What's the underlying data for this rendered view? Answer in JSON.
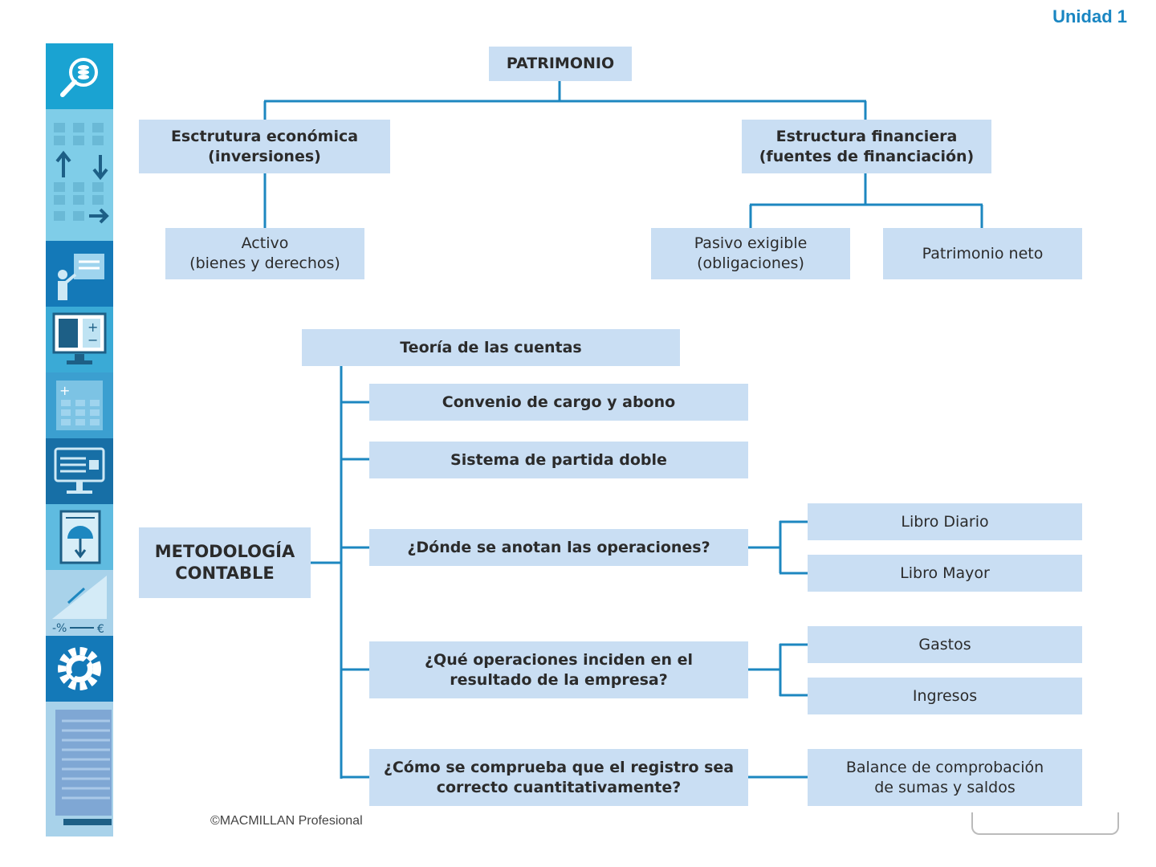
{
  "header": {
    "unit_label": "Unidad 1"
  },
  "diagram": {
    "patrimonio": "PATRIMONIO",
    "estructura_economica": [
      "Esctrutura económica",
      "(inversiones)"
    ],
    "estructura_financiera": [
      "Estructura financiera",
      "(fuentes de financiación)"
    ],
    "activo": [
      "Activo",
      "(bienes y derechos)"
    ],
    "pasivo_exigible": [
      "Pasivo exigible",
      "(obligaciones)"
    ],
    "patrimonio_neto": "Patrimonio neto",
    "metodologia": [
      "METODOLOGÍA",
      "CONTABLE"
    ],
    "teoria": "Teoría de las cuentas",
    "convenio": "Convenio de cargo y abono",
    "sistema": "Sistema de partida doble",
    "donde": "¿Dónde se anotan las operaciones?",
    "libro_diario": "Libro Diario",
    "libro_mayor": "Libro Mayor",
    "que": [
      "¿Qué operaciones inciden en el",
      "resultado de la empresa?"
    ],
    "gastos": "Gastos",
    "ingresos": "Ingresos",
    "como": [
      "¿Cómo se comprueba que el registro sea",
      "correcto cuantitativamente?"
    ],
    "balance": [
      "Balance de comprobación",
      "de sumas y saldos"
    ]
  },
  "sidebar": {
    "icons": [
      "search-icon",
      "arrows-grid-icon",
      "teacher-board-icon",
      "calculator-monitor-icon",
      "keypad-icon",
      "monitor-document-icon",
      "scale-book-icon",
      "percent-euro-icon",
      "gear-wrench-icon",
      "document-lines-icon"
    ]
  },
  "footer": {
    "copyright": "©MACMILLAN Profesional"
  },
  "colors": {
    "accent": "#1d87c0",
    "box_fill": "#c9def3",
    "title_blue": "#1a86c2"
  }
}
